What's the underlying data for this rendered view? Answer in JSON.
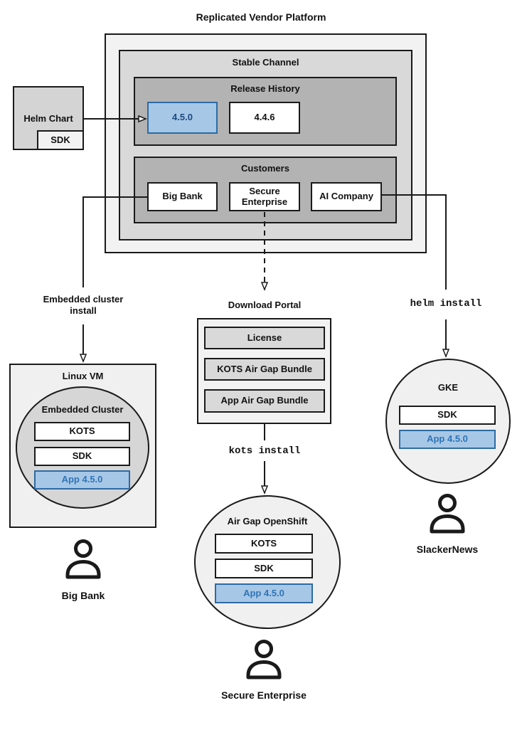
{
  "colors": {
    "platform_bg": "#f2f2f2",
    "channel_bg": "#d9d9d9",
    "section_bg": "#b3b3b3",
    "circle_light_bg": "#f0f0f0",
    "circle_dark_bg": "#d6d6d6",
    "highlight_fill": "#a7c7e7",
    "highlight_border": "#2d6ba3",
    "highlight_text": "#2e74b5",
    "release_highlight_text": "#1b4a7e",
    "line": "#1a1a1a"
  },
  "diagram": {
    "title": "Replicated Vendor Platform",
    "stable_channel": {
      "label": "Stable Channel",
      "release_history": {
        "label": "Release History",
        "releases": [
          "4.5.0",
          "4.4.6"
        ]
      },
      "customers": {
        "label": "Customers",
        "items": [
          "Big Bank",
          "Secure Enterprise",
          "AI Company"
        ]
      }
    },
    "helm_chart": {
      "label": "Helm Chart",
      "sdk": "SDK"
    },
    "arrows": {
      "embedded_cluster_install": "Embedded cluster install",
      "kots_install": "kots install",
      "helm_install": "helm install"
    },
    "download_portal": {
      "label": "Download Portal",
      "items": [
        "License",
        "KOTS Air Gap Bundle",
        "App Air Gap Bundle"
      ]
    },
    "linux_vm": {
      "label": "Linux VM",
      "embedded_cluster": {
        "label": "Embedded Cluster",
        "components": [
          "KOTS",
          "SDK",
          "App 4.5.0"
        ]
      }
    },
    "air_gap_openshift": {
      "label": "Air Gap OpenShift",
      "components": [
        "KOTS",
        "SDK",
        "App 4.5.0"
      ]
    },
    "gke": {
      "label": "GKE",
      "components": [
        "SDK",
        "App 4.5.0"
      ]
    },
    "users": {
      "big_bank": "Big Bank",
      "secure_enterprise": "Secure Enterprise",
      "slackernews": "SlackerNews"
    }
  }
}
